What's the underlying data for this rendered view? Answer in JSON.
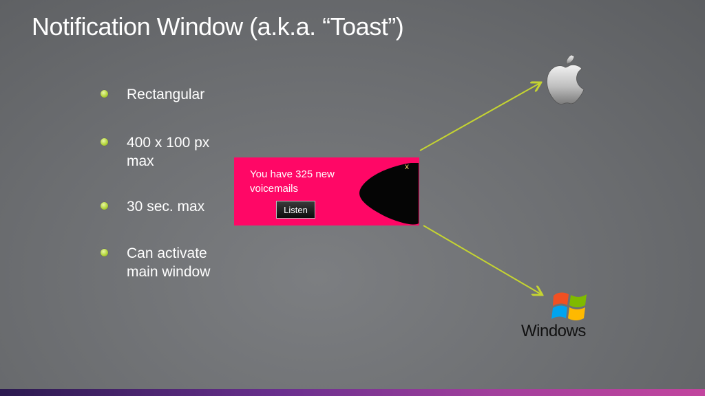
{
  "slide": {
    "title": "Notification Window (a.k.a. “Toast”)"
  },
  "bullets": [
    {
      "text": "Rectangular"
    },
    {
      "text": "400 x 100 px max"
    },
    {
      "text": "30 sec. max"
    },
    {
      "text": "Can activate main window"
    }
  ],
  "toast": {
    "message": "You have 325 new voicemails",
    "close_label": "x",
    "button_label": "Listen",
    "background_color": "#ff0766"
  },
  "platforms": {
    "apple_icon": "apple-logo",
    "windows_icon": "windows-logo",
    "windows_label": "Windows"
  },
  "colors": {
    "arrow": "#c5d431",
    "bullet": "#b4d63c"
  }
}
